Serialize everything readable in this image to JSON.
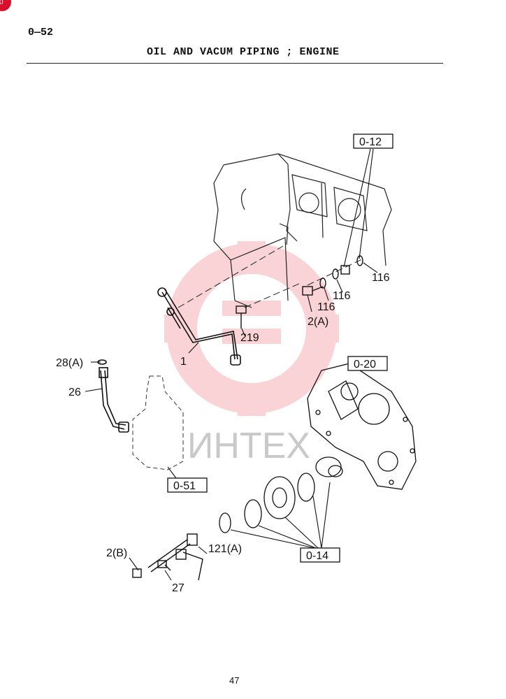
{
  "header": {
    "page_code": "0—52",
    "title": "OIL AND VACUM PIPING ; ENGINE",
    "corner_mark": "0"
  },
  "watermark": {
    "text": "ИНТЕХ",
    "color": "#e63b46"
  },
  "refs": {
    "ref_012": "0-12",
    "ref_020": "0-20",
    "ref_051": "0-51",
    "ref_014": "0-14"
  },
  "callouts": {
    "c116a": "116",
    "c116b": "116",
    "c116c": "116",
    "c2a": "2(A)",
    "c219": "219",
    "c1": "1",
    "c28a": "28(A)",
    "c26": "26",
    "c121a": "121(A)",
    "c2b": "2(B)",
    "c27": "27"
  },
  "footer": {
    "page_number": "47"
  }
}
